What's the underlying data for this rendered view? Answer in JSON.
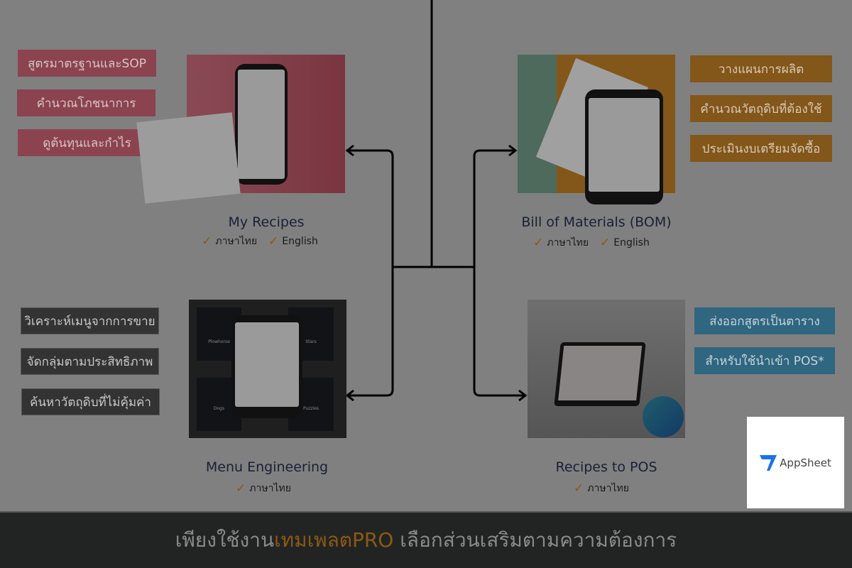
{
  "modules": [
    {
      "title": "My Recipes",
      "languages": [
        "ภาษาไทย",
        "English"
      ],
      "features": [
        "สูตรมาตรฐานและSOP",
        "คำนวณโภชนาการ",
        "ดูต้นทุนและกำไร"
      ],
      "color": "#8b4350"
    },
    {
      "title": "Bill of Materials (BOM)",
      "languages": [
        "ภาษาไทย",
        "English"
      ],
      "features": [
        "วางแผนการผลิต",
        "คำนวณวัตถุดิบที่ต้องใช้",
        "ประเมินงบเตรียมจัดซื้อ"
      ],
      "color": "#83561a"
    },
    {
      "title": "Menu Engineering",
      "languages": [
        "ภาษาไทย"
      ],
      "features": [
        "วิเคราะห์เมนูจากการขาย",
        "จัดกลุ่มตามประสิทธิภาพ",
        "ค้นหาวัตถุดิบที่ไม่คุ้มค่า"
      ],
      "color": "#333333",
      "quadrants": [
        "Plowhorse",
        "Stars",
        "Dogs",
        "Puzzles"
      ]
    },
    {
      "title": "Recipes to POS",
      "languages": [
        "ภาษาไทย"
      ],
      "features": [
        "ส่งออกสูตรเป็นตาราง",
        "สำหรับใช้นำเข้า POS*"
      ],
      "color": "#2f6680"
    }
  ],
  "footer": {
    "prefix": "เพียงใช้งาน",
    "highlight": "เทมเพลตPRO",
    "suffix": " เลือกส่วนเสริมตามความต้องการ",
    "highlight_color": "#8a5a12"
  },
  "logo": {
    "text": "AppSheet"
  }
}
